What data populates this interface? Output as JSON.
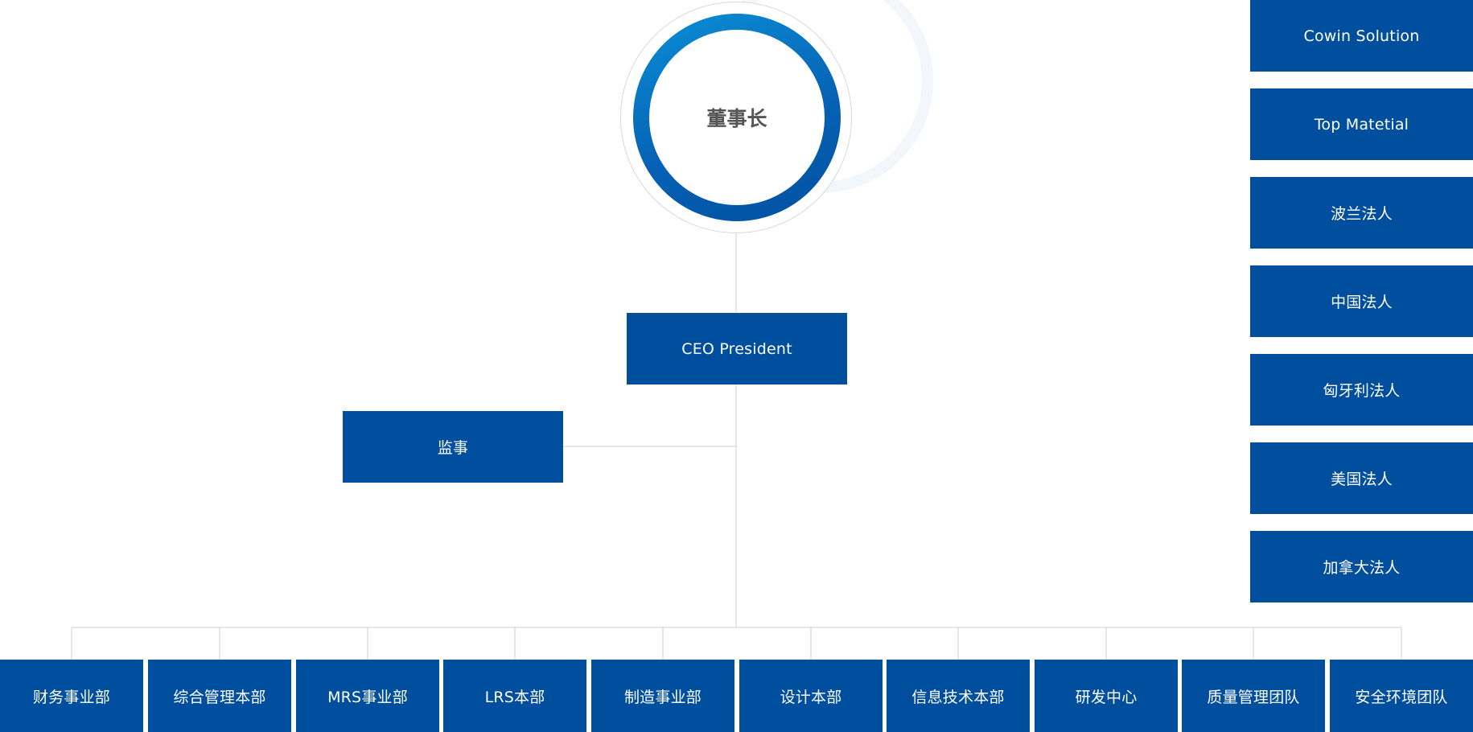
{
  "chairman": {
    "label": "董事长"
  },
  "ceo": {
    "label": "CEO President"
  },
  "auditor": {
    "label": "监事"
  },
  "subsidiaries": [
    {
      "label": "Cowin Solution"
    },
    {
      "label": "Top Matetial"
    },
    {
      "label": "波兰法人"
    },
    {
      "label": "中国法人"
    },
    {
      "label": "匈牙利法人"
    },
    {
      "label": "美国法人"
    },
    {
      "label": "加拿大法人"
    }
  ],
  "departments": [
    {
      "label": "财务事业部"
    },
    {
      "label": "综合管理本部"
    },
    {
      "label": "MRS事业部"
    },
    {
      "label": "LRS本部"
    },
    {
      "label": "制造事业部"
    },
    {
      "label": "设计本部"
    },
    {
      "label": "信息技术本部"
    },
    {
      "label": "研发中心"
    },
    {
      "label": "质量管理团队"
    },
    {
      "label": "安全环境团队"
    }
  ],
  "colors": {
    "box": "#004f9f",
    "ring_start": "#0a8fd6",
    "ring_end": "#004f9f",
    "line": "#cfcfcf",
    "chair_text": "#555555"
  }
}
